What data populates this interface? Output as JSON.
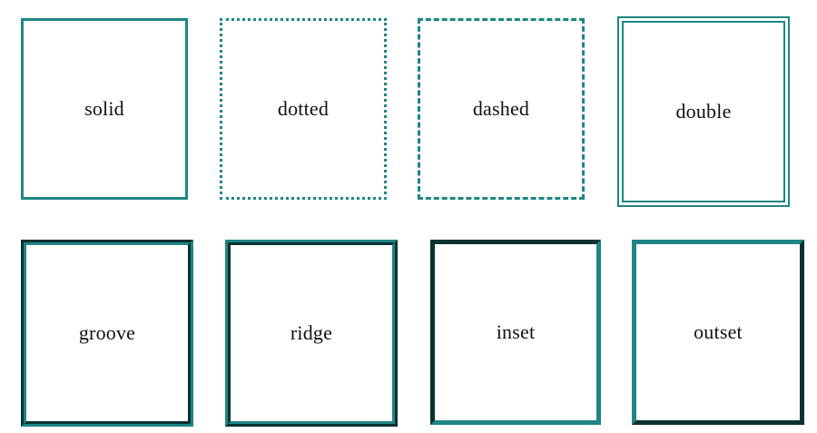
{
  "boxes": [
    {
      "label": "solid"
    },
    {
      "label": "dotted"
    },
    {
      "label": "dashed"
    },
    {
      "label": "double"
    },
    {
      "label": "groove"
    },
    {
      "label": "ridge"
    },
    {
      "label": "inset"
    },
    {
      "label": "outset"
    }
  ],
  "colors": {
    "border": "#1f8585",
    "text": "#111111",
    "background": "#ffffff"
  }
}
